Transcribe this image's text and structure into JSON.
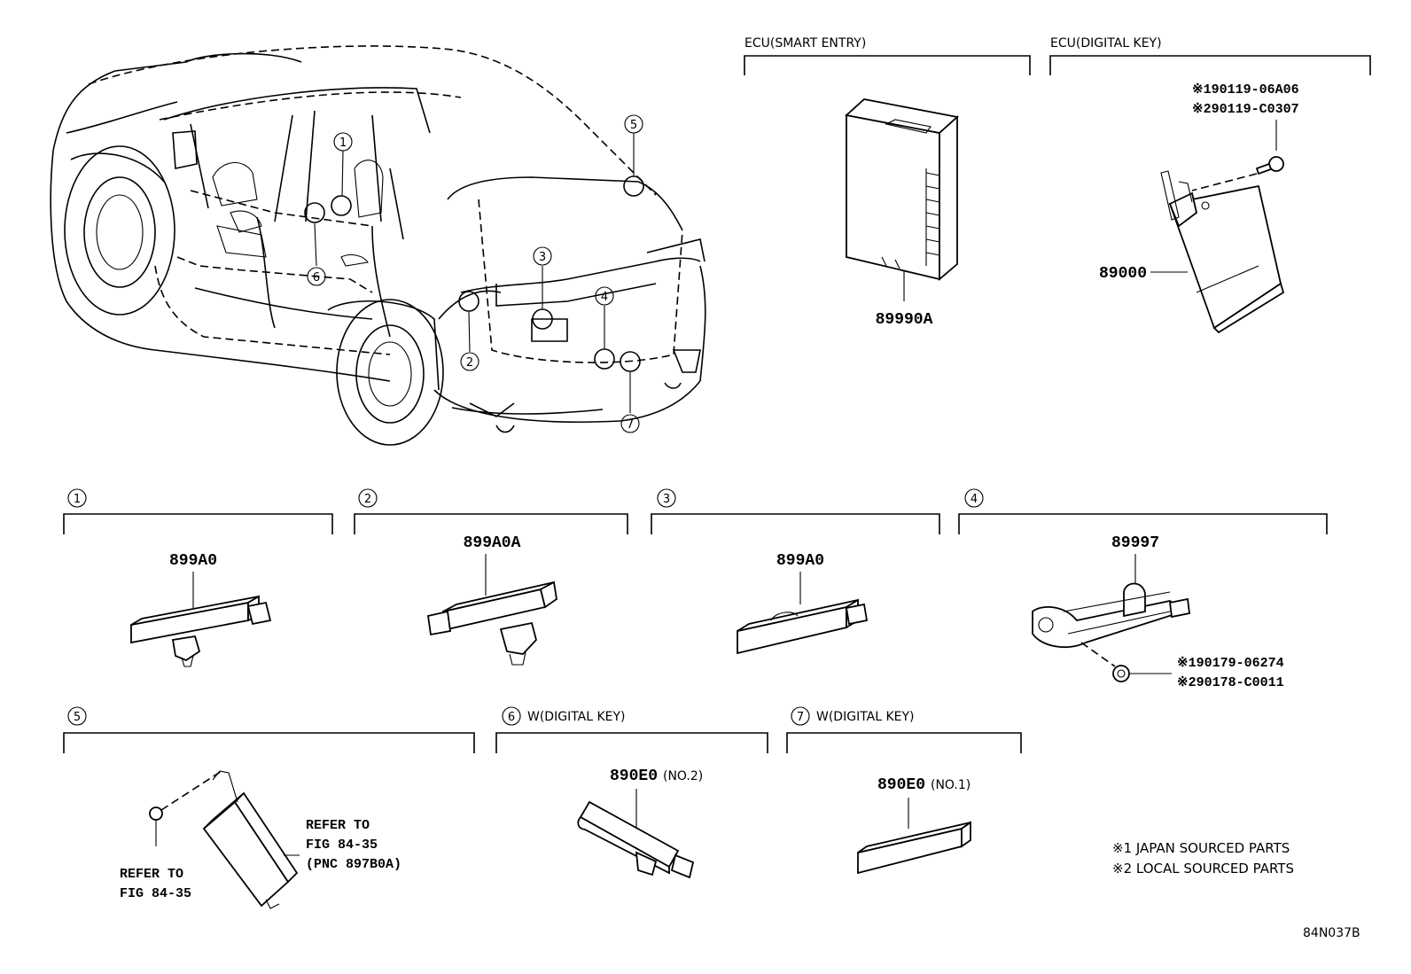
{
  "sections": {
    "ecu_smart_entry": "ECU(SMART ENTRY)",
    "ecu_digital_key": "ECU(DIGITAL KEY)",
    "s1": "1",
    "s2": "2",
    "s3": "3",
    "s4": "4",
    "s5": "5",
    "s6": "6",
    "s6_label": "W(DIGITAL KEY)",
    "s7": "7",
    "s7_label": "W(DIGITAL KEY)"
  },
  "callouts": [
    "1",
    "2",
    "3",
    "4",
    "5",
    "6",
    "7"
  ],
  "parts": {
    "p89990A": "89990A",
    "p89000": "89000",
    "p899A0_1": "899A0",
    "p899A0A": "899A0A",
    "p899A0_3": "899A0",
    "p89997": "89997",
    "p890E0_2": "890E0",
    "p890E0_2_sub": "(NO.2)",
    "p890E0_1": "890E0",
    "p890E0_1_sub": "(NO.1)"
  },
  "fasteners": {
    "dk_bolt_1": "※190119-06A06",
    "dk_bolt_2": "※290119-C0307",
    "s4_clip_1": "※190179-06274",
    "s4_clip_2": "※290178-C0011"
  },
  "refs": {
    "refer_a_1": "REFER TO",
    "refer_a_2": "FIG 84-35",
    "refer_a_3": "(PNC 897B0A)",
    "refer_b_1": "REFER TO",
    "refer_b_2": "FIG 84-35"
  },
  "notes": {
    "n1": "※1 JAPAN SOURCED PARTS",
    "n2": "※2 LOCAL SOURCED PARTS"
  },
  "figure_id": "84N037B"
}
